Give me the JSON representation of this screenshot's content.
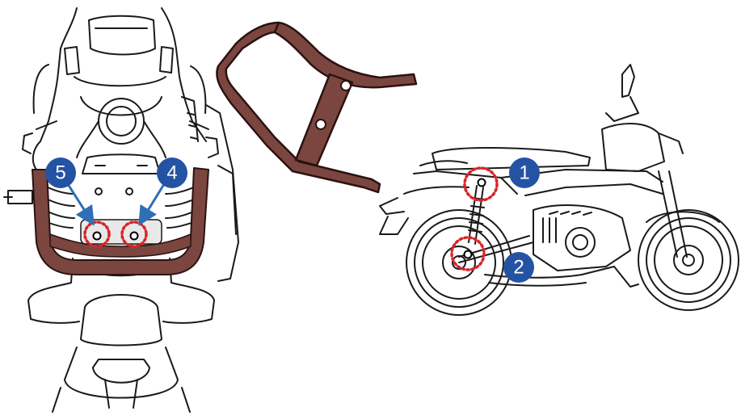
{
  "colors": {
    "line_art": "#1a1a1a",
    "bracket_fill": "#7b4640",
    "bracket_stroke": "#2b1210",
    "badge_fill": "#2453a3",
    "badge_text": "#ffffff",
    "callout_ring": "#d9252a",
    "arrow": "#2f6fb5"
  },
  "callouts": [
    {
      "label": "5"
    },
    {
      "label": "4"
    },
    {
      "label": "1"
    },
    {
      "label": "2"
    }
  ],
  "icons": [
    "rear-view-motorcycle-illustration",
    "rack-bracket-illustration",
    "side-view-motorcycle-illustration"
  ]
}
